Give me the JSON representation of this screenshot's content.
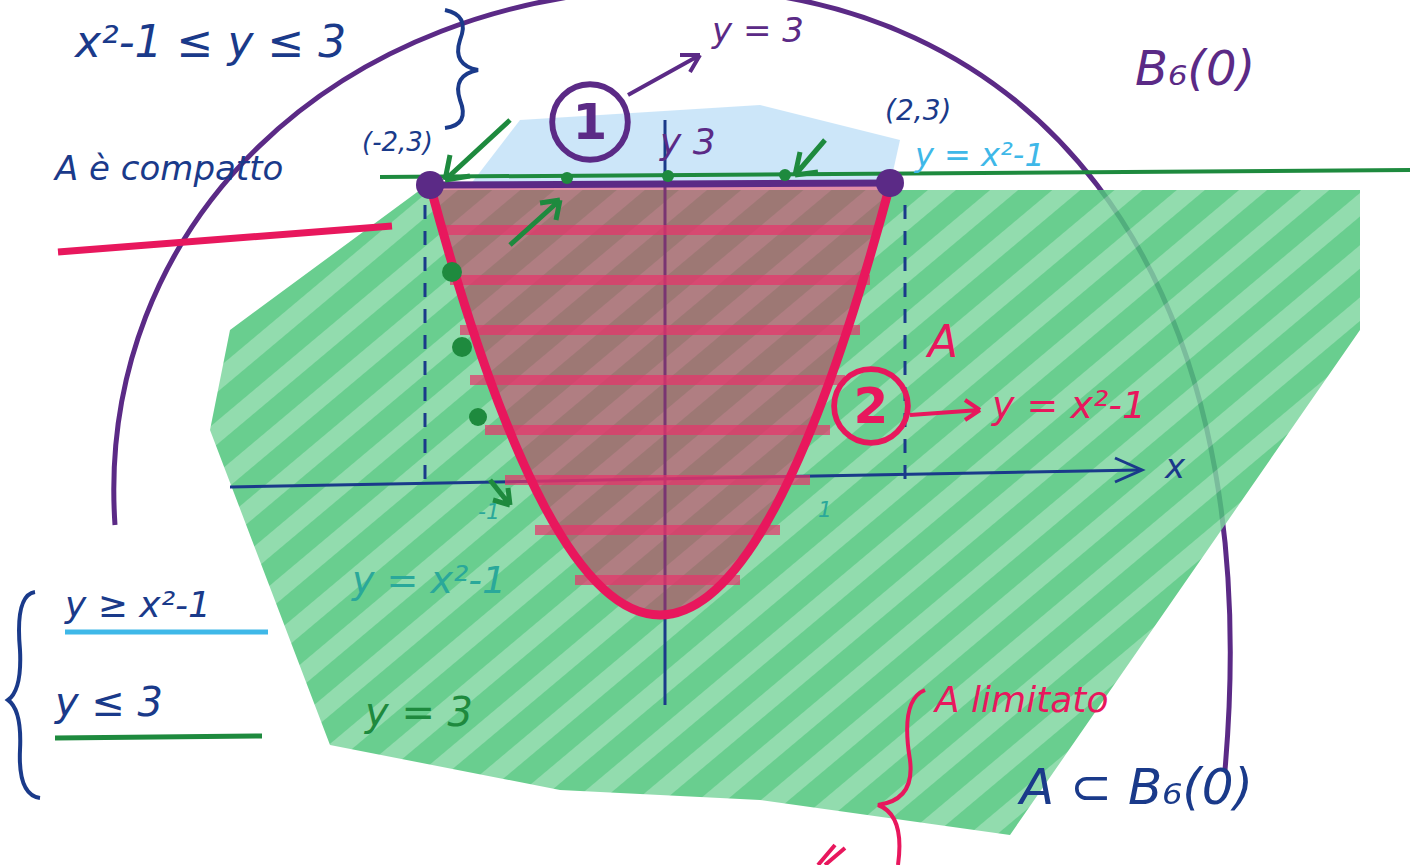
{
  "diagram": {
    "nodes": [
      {
        "text": [
          "1"
        ]
      },
      {
        "text": [
          "2"
        ]
      }
    ],
    "labels": [
      "x²-1 ≤ y ≤ 3",
      "A è compatto",
      "(-2,3)",
      "y = 3",
      "y 3",
      "(2,3)",
      "y = x²-1",
      "B₆(0)",
      "A",
      "y = x²-1",
      "x",
      "-1",
      "1",
      "y = x²-1",
      "y = 3",
      "y ≥ x²-1",
      "y ≤ 3",
      "A limitato",
      "A ⊂ B₆(0)"
    ]
  }
}
